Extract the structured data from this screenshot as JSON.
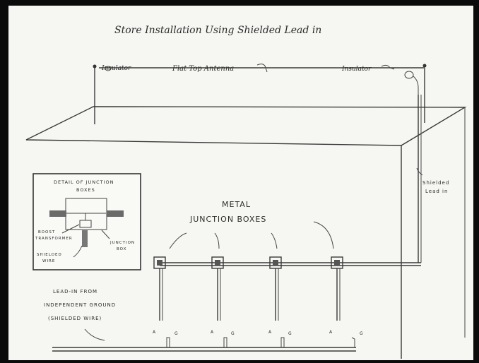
{
  "title": "Store Installation Using Shielded Lead in",
  "labels": {
    "insulator_left": "Insulator",
    "flat_top_antenna": "Flat Top Antenna",
    "insulator_right": "Insulator",
    "shielded_lead_in_1": "Shielded",
    "shielded_lead_in_2": "Lead in",
    "metal": "METAL",
    "junction_boxes": "JUNCTION BOXES",
    "lead_in_1": "LEAD-IN FROM",
    "lead_in_2": "INDEPENDENT GROUND",
    "lead_in_3": "(SHIELDED WIRE)",
    "ground_mark": "G",
    "antenna_mark": "A"
  },
  "detail": {
    "title_1": "DETAIL OF JUNCTION",
    "title_2": "BOXES",
    "label_left_1": "BOOST",
    "label_left_2": "TRANSFORMER",
    "label_right_1": "JUNCTION",
    "label_right_2": "BOX",
    "label_bottom_1": "SHIELDED",
    "label_bottom_2": "WIRE"
  }
}
